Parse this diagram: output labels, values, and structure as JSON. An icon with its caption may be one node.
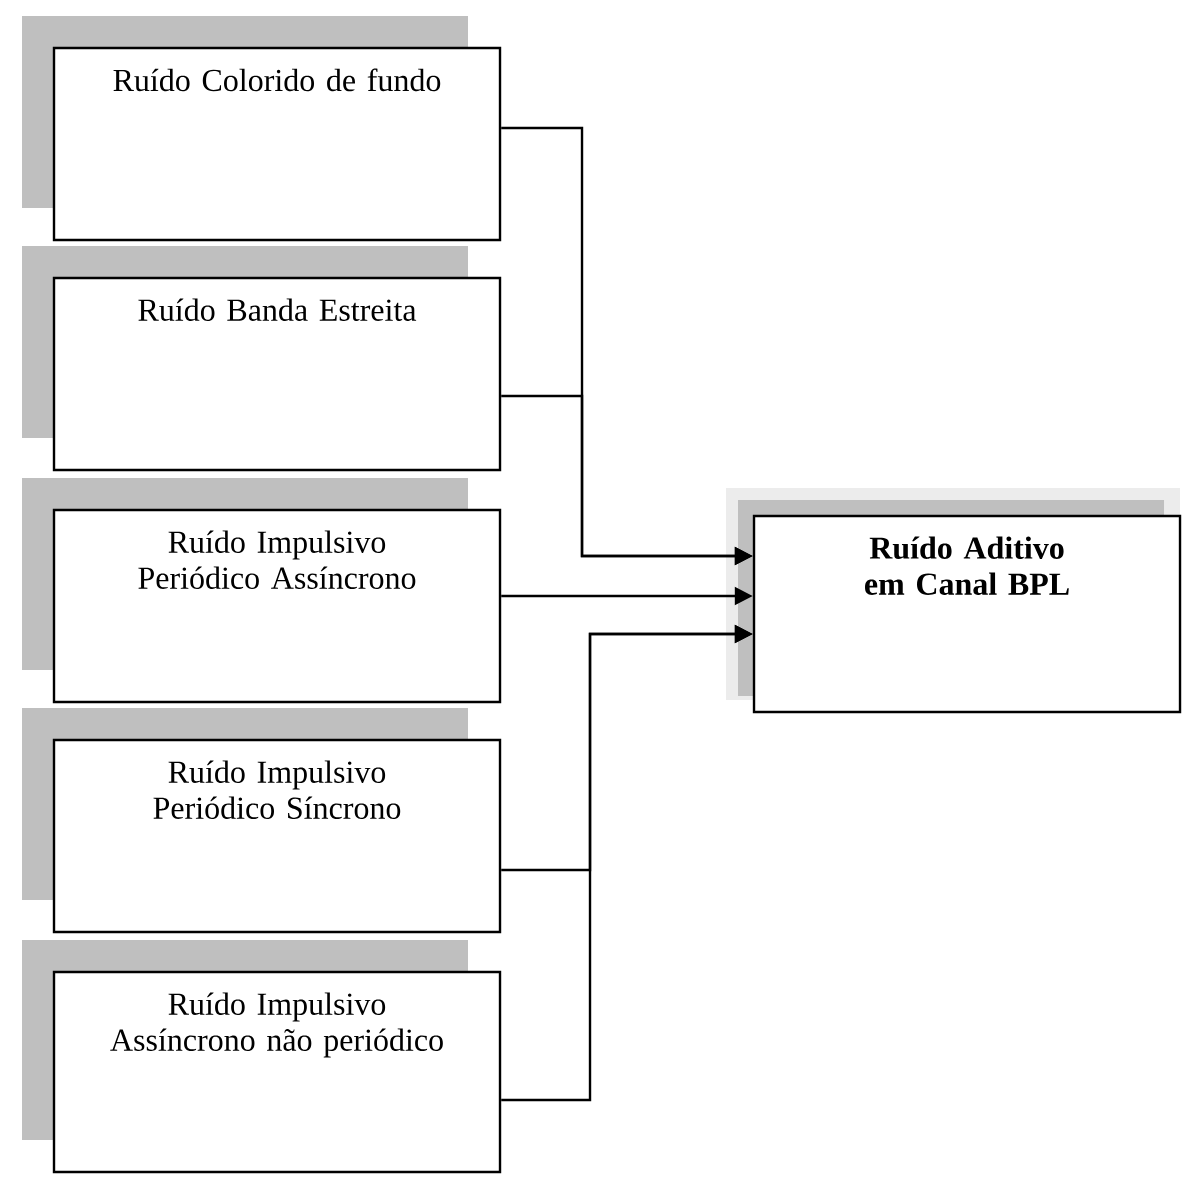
{
  "diagram": {
    "nodes": [
      {
        "text": [
          "Ruído Colorido de fundo"
        ]
      },
      {
        "text": [
          "Ruído Banda Estreita"
        ]
      },
      {
        "text": [
          "Ruído Impulsivo Periódico Assíncrono"
        ]
      },
      {
        "text": [
          "Ruído Impulsivo Periódico Síncrono"
        ]
      },
      {
        "text": [
          "Ruído Impulsivo Assíncrono não periódico"
        ]
      },
      {
        "text": [
          "Ruído Aditivo em Canal BPL"
        ]
      }
    ],
    "edges": [
      {
        "from": 0,
        "to": 5,
        "arrow": "to"
      },
      {
        "from": 1,
        "to": 5,
        "arrow": "to"
      },
      {
        "from": 2,
        "to": 5,
        "arrow": "to"
      },
      {
        "from": 3,
        "to": 5,
        "arrow": "to"
      },
      {
        "from": 4,
        "to": 5,
        "arrow": "to"
      }
    ]
  }
}
